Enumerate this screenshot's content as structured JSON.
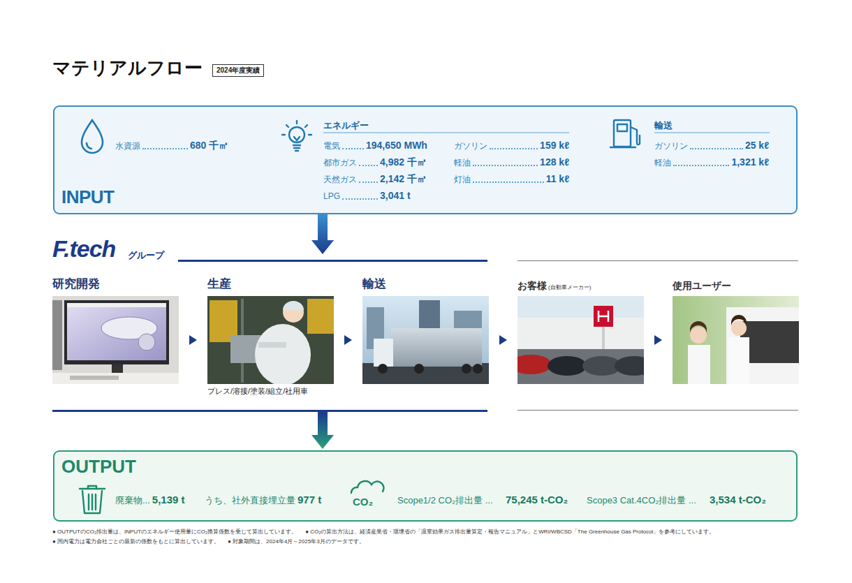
{
  "diagram": {
    "title": "マテリアルフロー",
    "nodes": [
      {
        "text": [
          "2024年度実績"
        ]
      },
      {
        "text": [
          "INPUT",
          "水資源",
          "680 千㎥",
          "エネルギー",
          "電気",
          "194,650 MWh",
          "都市ガス",
          "4,982 千㎥",
          "天然ガス",
          "2,142 千㎥",
          "LPG",
          "3,041 t",
          "ガソリン",
          "159 kℓ",
          "軽油",
          "128 kℓ",
          "灯油",
          "11 kℓ",
          "輸送",
          "ガソリン",
          "25 kℓ",
          "軽油",
          "1,321 kℓ"
        ]
      },
      {
        "text": [
          "F.tech",
          "グループ"
        ]
      },
      {
        "text": [
          "研究開発"
        ],
        "in": 2
      },
      {
        "text": [
          "生産",
          "プレス/溶接/塗装/組立/社用車"
        ],
        "in": 2
      },
      {
        "text": [
          "輸送"
        ],
        "in": 2
      },
      {
        "text": [
          "お客様",
          "(自動車メーカー)"
        ]
      },
      {
        "text": [
          "使用ユーザー"
        ]
      },
      {
        "text": [
          "OUTPUT",
          "廃棄物...",
          "5,139 t",
          "うち、社外直接埋立量",
          "977 t",
          "Scope1/2 CO₂排出量 ...",
          "75,245 t-CO₂",
          "Scope3 Cat.4CO₂排出量 ...",
          "3,534 t-CO₂"
        ]
      }
    ],
    "edges": [
      {
        "from": 1,
        "to": 2,
        "arrow": "to"
      },
      {
        "from": 3,
        "to": 4,
        "arrow": "to"
      },
      {
        "from": 4,
        "to": 5,
        "arrow": "to"
      },
      {
        "from": 5,
        "to": 6,
        "arrow": "to"
      },
      {
        "from": 6,
        "to": 7,
        "arrow": "to"
      },
      {
        "from": 2,
        "to": 8,
        "arrow": "to"
      }
    ],
    "labels": [
      "CO₂",
      "● OUTPUTのCO₂排出量は、INPUTのエネルギー使用量にCO₂換算係数を乗じて算出しています。",
      "● CO₂の算出方法は、経済産業省・環境省の「温室効果ガス排出量算定・報告マニュアル」とWRI/WBCSD「The Greenhouse Gas Protocol」を参考にしています。",
      "● 国内電力は電力会社ごとの最新の係数をもとに算出しています。",
      "● 対象期間は、2024年4月～2025年3月のデータです。"
    ]
  }
}
